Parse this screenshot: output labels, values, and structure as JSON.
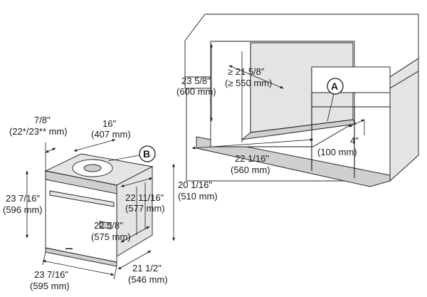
{
  "callouts": {
    "a": "A",
    "b": "B"
  },
  "cabinet": {
    "height_in": "23 5/8\"",
    "height_mm": "(600 mm)",
    "depth_min_in": "≥ 21 5/8\"",
    "depth_min_mm": "(≥ 550 mm)",
    "width_in": "22 1/16\"",
    "width_mm": "(560 mm)",
    "vent_in": "4\"",
    "vent_mm": "(100 mm)"
  },
  "oven": {
    "trim_in": "7/8\"",
    "trim_mm": "(22*/23** mm)",
    "top_depth_in": "16\"",
    "top_depth_mm": "(407 mm)",
    "front_height_in": "23 7/16\"",
    "front_height_mm": "(596 mm)",
    "body_height_in": "20 1/16\"",
    "body_height_mm": "(510 mm)",
    "inner_width_in": "22 11/16\"",
    "inner_width_mm": "(577 mm)",
    "body_depth_in": "22 5/8\"",
    "body_depth_mm": "(575 mm)",
    "front_width_in": "23 7/16\"",
    "front_width_mm": "(595 mm)",
    "total_depth_in": "21 1/2\"",
    "total_depth_mm": "(546 mm)"
  }
}
